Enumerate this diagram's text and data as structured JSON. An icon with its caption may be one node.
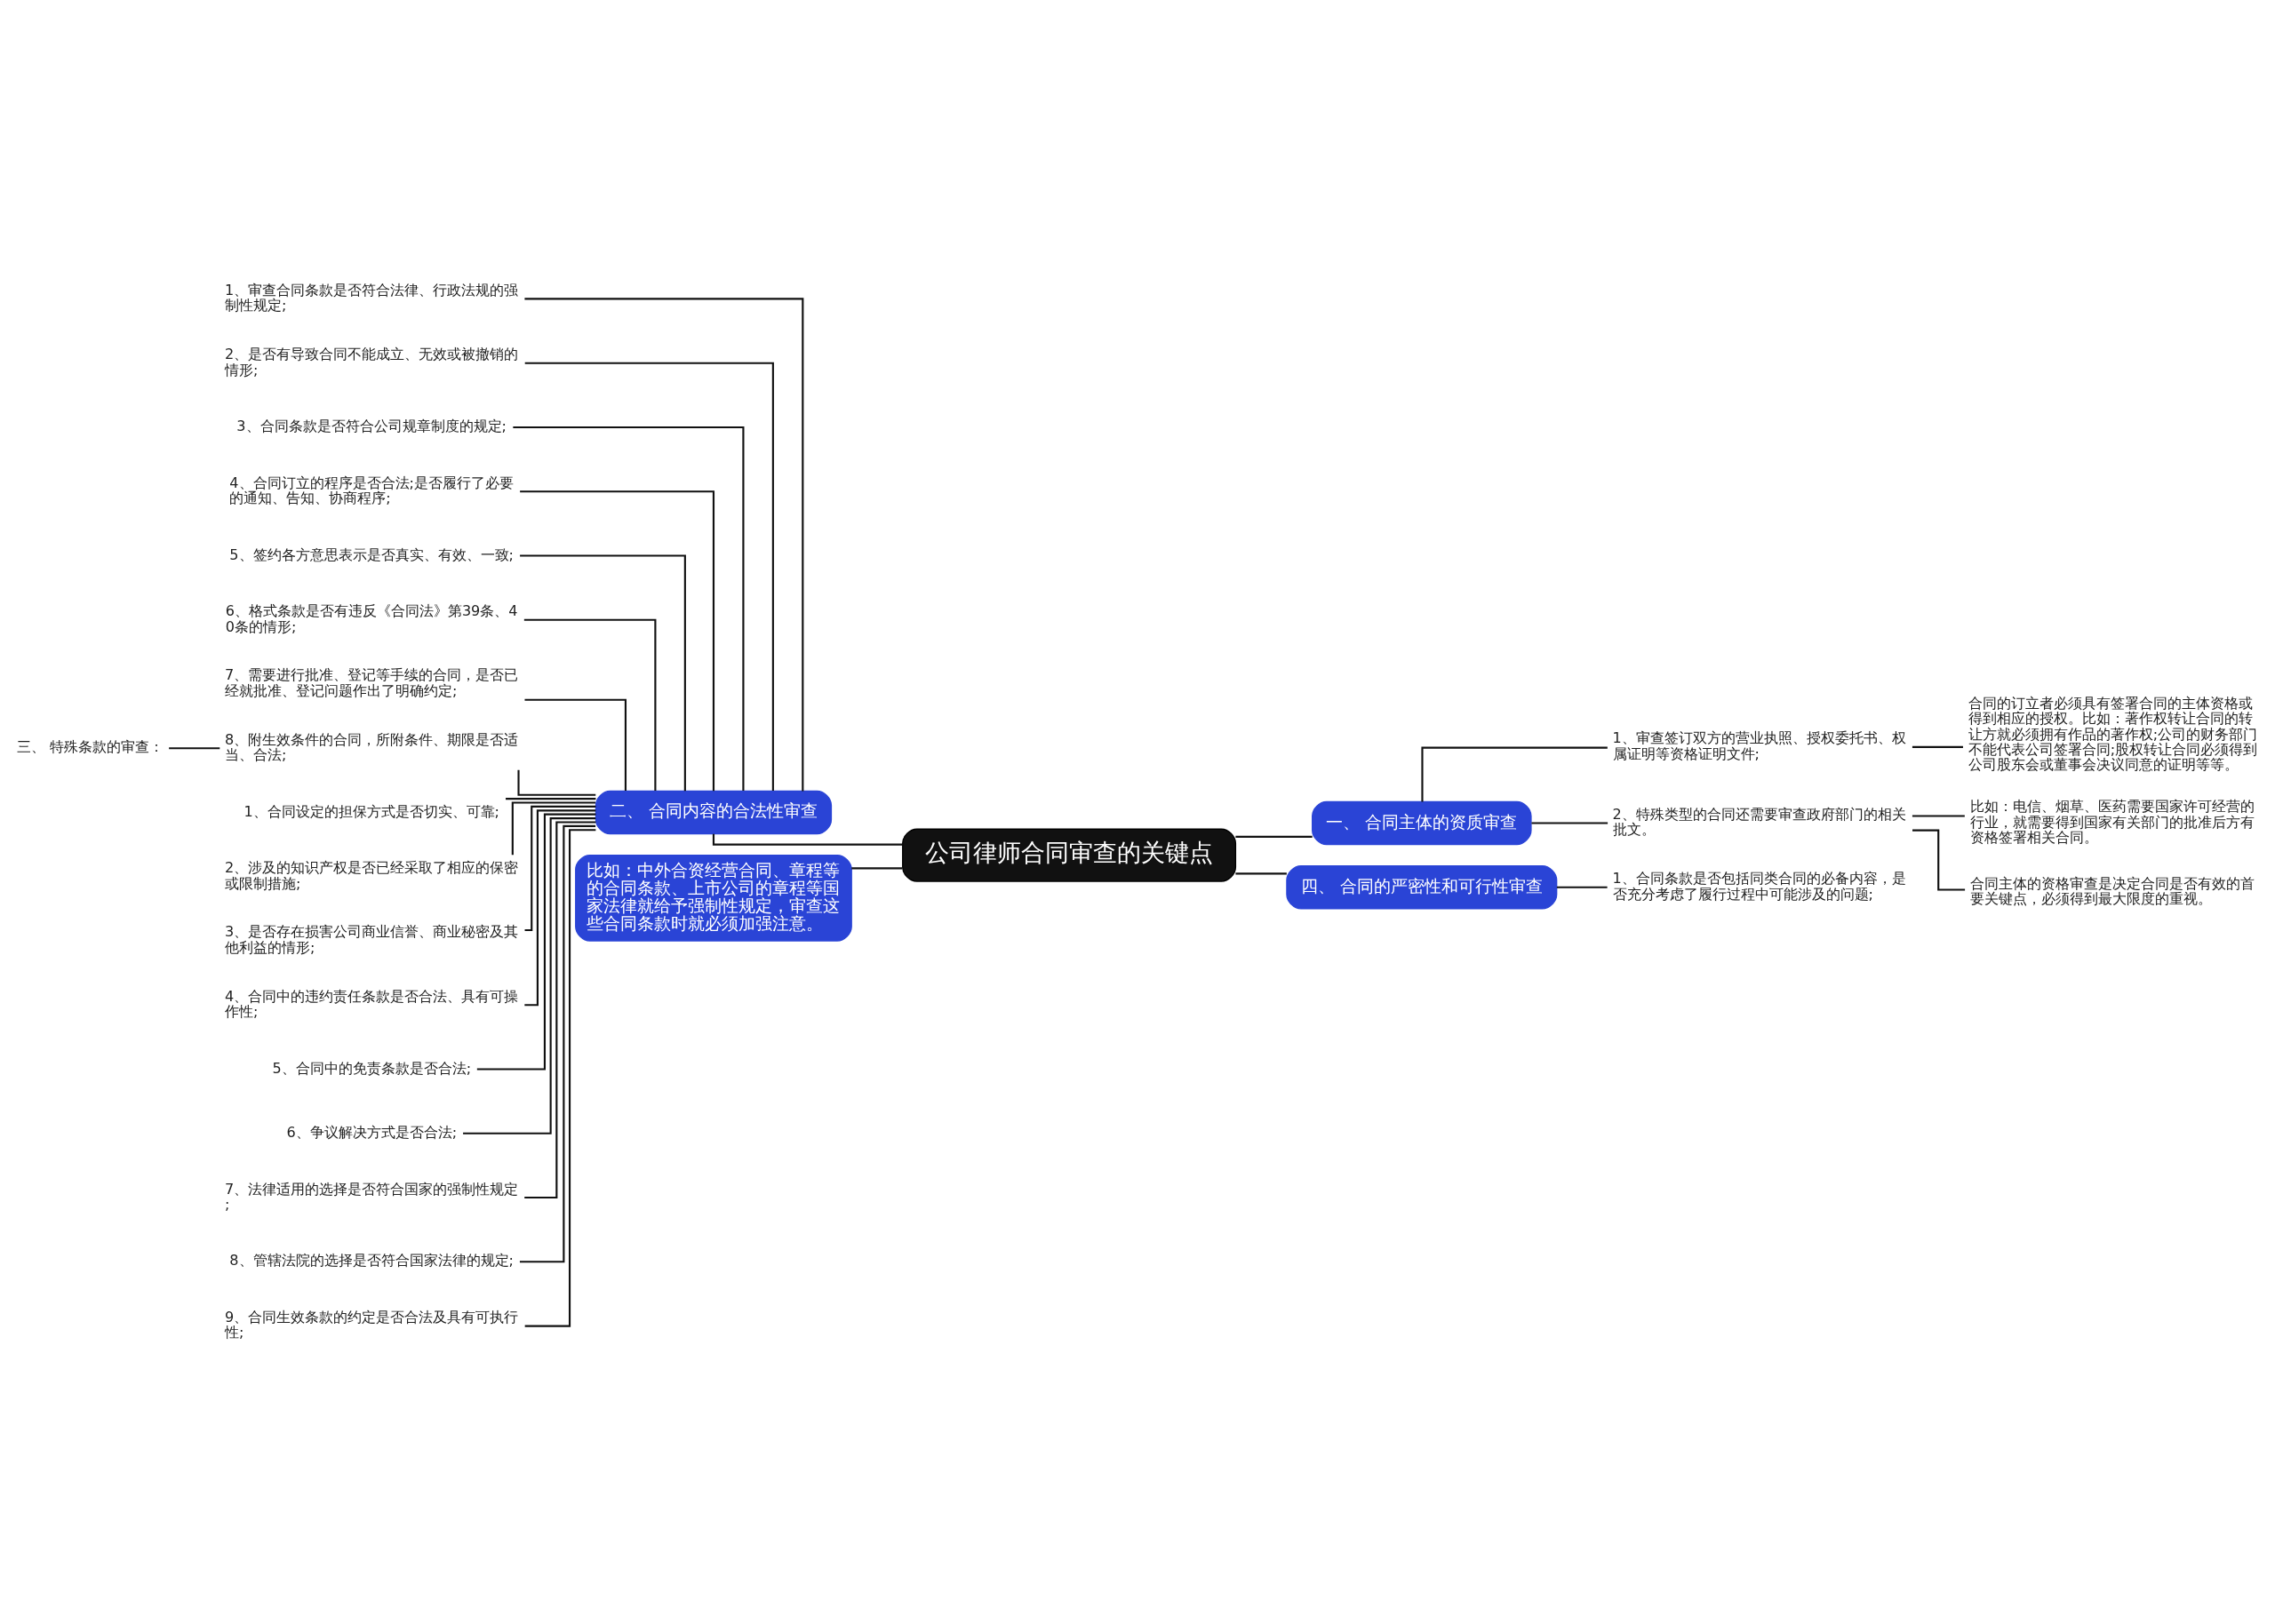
{
  "diagram": {
    "nodes": [
      {
        "text": [
          "公司律师合同审查的关键点"
        ]
      },
      {
        "text": [
          "二、 合同内容的合法性审查"
        ]
      },
      {
        "text": [
          "1、审查合同条款是否符合法律、行政法规的强制性规定;"
        ]
      },
      {
        "text": [
          "2、是否有导致合同不能成立、无效或被撤销的情形;"
        ]
      },
      {
        "text": [
          "3、合同条款是否符合公司规章制度的规定;"
        ]
      },
      {
        "text": [
          "4、合同订立的程序是否合法;是否履行了必要的通知、告知、协商程序;"
        ]
      },
      {
        "text": [
          "5、签约各方意思表示是否真实、有效、一致;"
        ]
      },
      {
        "text": [
          "6、格式条款是否有违反《合同法》第39条、40条的情形;"
        ]
      },
      {
        "text": [
          "7、需要进行批准、登记等手续的合同，是否已经就批准、登记问题作出了明确约定;"
        ]
      },
      {
        "text": [
          "8、附生效条件的合同，所附条件、期限是否适当、合法;"
        ]
      },
      {
        "text": [
          "三、 特殊条款的审查："
        ]
      },
      {
        "text": [
          "1、合同设定的担保方式是否切实、可靠;"
        ]
      },
      {
        "text": [
          "2、涉及的知识产权是否已经采取了相应的保密或限制措施;"
        ]
      },
      {
        "text": [
          "3、是否存在损害公司商业信誉、商业秘密及其他利益的情形;"
        ]
      },
      {
        "text": [
          "4、合同中的违约责任条款是否合法、具有可操作性;"
        ]
      },
      {
        "text": [
          "5、合同中的免责条款是否合法;"
        ]
      },
      {
        "text": [
          "6、争议解决方式是否合法;"
        ]
      },
      {
        "text": [
          "7、法律适用的选择是否符合国家的强制性规定;"
        ]
      },
      {
        "text": [
          "8、管辖法院的选择是否符合国家法律的规定;"
        ]
      },
      {
        "text": [
          "9、合同生效条款的约定是否合法及具有可执行性;"
        ]
      },
      {
        "text": [
          "比如：中外合资经营合同、章程等的合同条款、上市公司的章程等国家法律就给予强制性规定，审查这些合同条款时就必须加强注意。"
        ]
      },
      {
        "text": [
          "一、 合同主体的资质审查"
        ]
      },
      {
        "text": [
          "1、审查签订双方的营业执照、授权委托书、权属证明等资格证明文件;"
        ]
      },
      {
        "text": [
          "合同的订立者必须具有签署合同的主体资格或得到相应的授权。比如：著作权转让合同的转让方就必须拥有作品的著作权;公司的财务部门不能代表公司签署合同;股权转让合同必须得到公司股东会或董事会决议同意的证明等等。"
        ]
      },
      {
        "text": [
          "2、特殊类型的合同还需要审查政府部门的相关批文。"
        ]
      },
      {
        "text": [
          "比如：电信、烟草、医药需要国家许可经营的行业，就需要得到国家有关部门的批准后方有资格签署相关合同。"
        ]
      },
      {
        "text": [
          "合同主体的资格审查是决定合同是否有效的首要关键点，必须得到最大限度的重视。"
        ]
      },
      {
        "text": [
          "四、 合同的严密性和可行性审查"
        ]
      },
      {
        "text": [
          "1、合同条款是否包括同类合同的必备内容，是否充分考虑了履行过程中可能涉及的问题;"
        ]
      }
    ],
    "edges": [
      {
        "from": 1,
        "to": 0,
        "arrow": "none"
      },
      {
        "from": 2,
        "to": 1,
        "arrow": "none"
      },
      {
        "from": 3,
        "to": 1,
        "arrow": "none"
      },
      {
        "from": 4,
        "to": 1,
        "arrow": "none"
      },
      {
        "from": 5,
        "to": 1,
        "arrow": "none"
      },
      {
        "from": 6,
        "to": 1,
        "arrow": "none"
      },
      {
        "from": 7,
        "to": 1,
        "arrow": "none"
      },
      {
        "from": 8,
        "to": 1,
        "arrow": "none"
      },
      {
        "from": 9,
        "to": 1,
        "arrow": "none"
      },
      {
        "from": 10,
        "to": 9,
        "arrow": "none"
      },
      {
        "from": 11,
        "to": 1,
        "arrow": "none"
      },
      {
        "from": 12,
        "to": 1,
        "arrow": "none"
      },
      {
        "from": 13,
        "to": 1,
        "arrow": "none"
      },
      {
        "from": 14,
        "to": 1,
        "arrow": "none"
      },
      {
        "from": 15,
        "to": 1,
        "arrow": "none"
      },
      {
        "from": 16,
        "to": 1,
        "arrow": "none"
      },
      {
        "from": 17,
        "to": 1,
        "arrow": "none"
      },
      {
        "from": 18,
        "to": 1,
        "arrow": "none"
      },
      {
        "from": 19,
        "to": 1,
        "arrow": "none"
      },
      {
        "from": 20,
        "to": 0,
        "arrow": "none"
      },
      {
        "from": 0,
        "to": 21,
        "arrow": "none"
      },
      {
        "from": 21,
        "to": 22,
        "arrow": "none"
      },
      {
        "from": 22,
        "to": 23,
        "arrow": "none"
      },
      {
        "from": 21,
        "to": 24,
        "arrow": "none"
      },
      {
        "from": 24,
        "to": 25,
        "arrow": "none"
      },
      {
        "from": 24,
        "to": 26,
        "arrow": "none"
      },
      {
        "from": 0,
        "to": 27,
        "arrow": "none"
      },
      {
        "from": 27,
        "to": 28,
        "arrow": "none"
      }
    ]
  }
}
